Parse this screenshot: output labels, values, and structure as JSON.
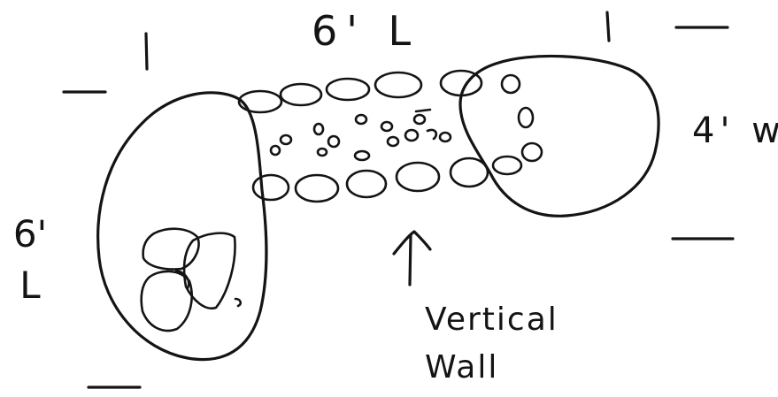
{
  "labels": {
    "top_length": "6' L",
    "right_width": "4' w",
    "left_length": "6' L",
    "wall_note": "Vertical Wall"
  },
  "colors": {
    "ink": "#141414",
    "paper": "#ffffff"
  }
}
